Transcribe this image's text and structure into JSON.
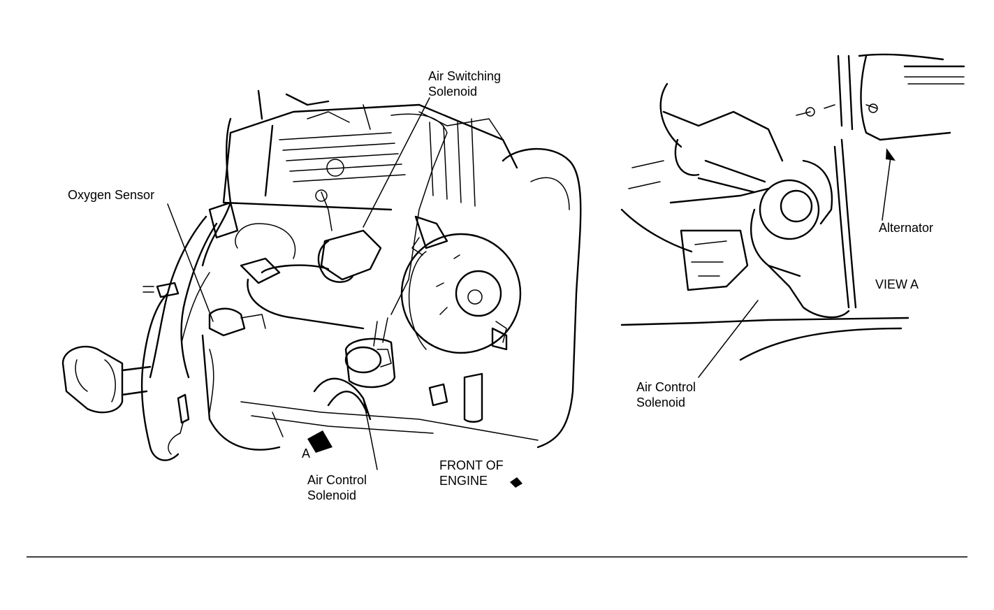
{
  "labels": {
    "air_switching_solenoid": [
      "Air Switching",
      "Solenoid"
    ],
    "oxygen_sensor": "Oxygen Sensor",
    "air_control_solenoid_main": [
      "Air Control",
      "Solenoid"
    ],
    "view_marker": "A",
    "front_of_engine": [
      "FRONT OF",
      "ENGINE"
    ],
    "alternator": "Alternator",
    "view_a": "VIEW A",
    "air_control_solenoid_detail": [
      "Air Control",
      "Solenoid"
    ]
  }
}
